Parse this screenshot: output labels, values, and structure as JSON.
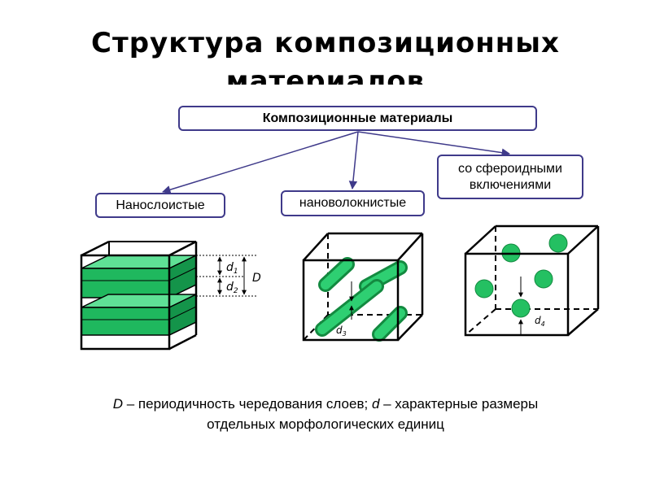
{
  "title": {
    "line1": "Структура  композиционных",
    "line2": "материалов"
  },
  "root_box": "Композиционные материалы",
  "categories": {
    "layered": "Нанослоистые",
    "fibrous": "нановолокнистые",
    "spheroid_line1": "со сфероидными",
    "spheroid_line2": "включениями"
  },
  "labels": {
    "d1": "d",
    "d1_sub": "1",
    "d2": "d",
    "d2_sub": "2",
    "D": "D",
    "d3": "d",
    "d3_sub": "3",
    "d4": "d",
    "d4_sub": "4"
  },
  "caption": {
    "sym_D": "D",
    "part1": " – периодичность чередования слоев; ",
    "sym_d": "d",
    "part2": " – характерные размеры",
    "line2": "отдельных морфологических единиц"
  },
  "colors": {
    "accent_green": "#1faa55",
    "green_light": "#2ecf72",
    "box_border": "#3f3a8a"
  }
}
